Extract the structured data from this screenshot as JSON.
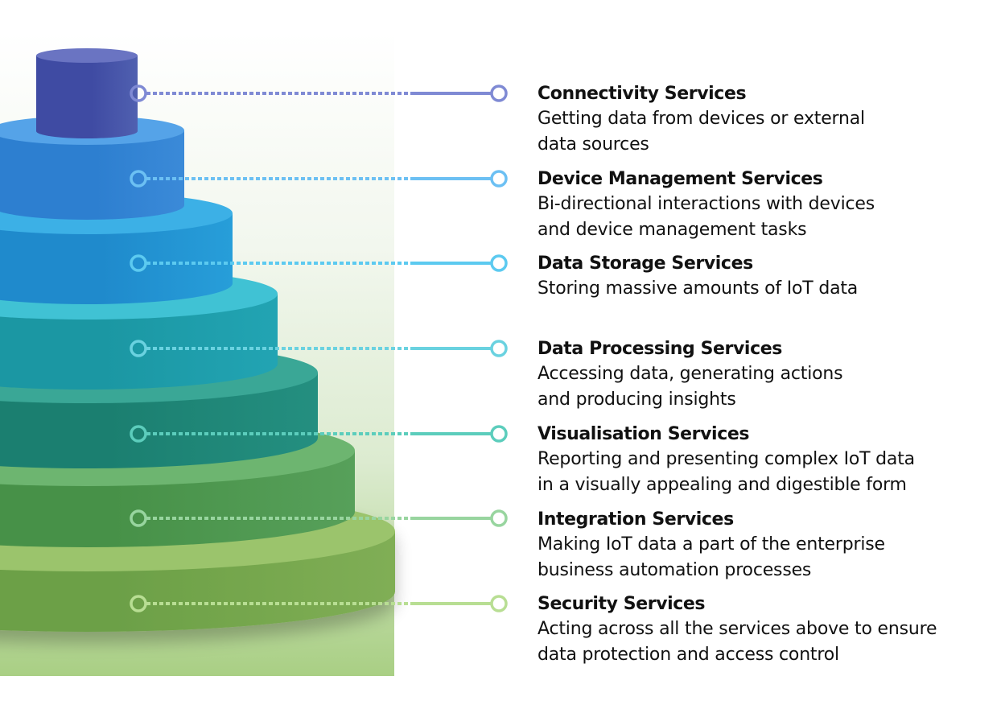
{
  "diagram": {
    "title": "IoT Platform Services Layers",
    "background_gradient": [
      "#ffffff",
      "#f2f7ee",
      "#dcebd0",
      "#a9cf84"
    ],
    "layers": [
      {
        "title": "Connectivity Services",
        "description": "Getting data from devices or external\ndata sources",
        "side_color_dark": "#3f4ba3",
        "side_color_light": "#5060b0",
        "top_color": "#6a74c2",
        "connector_color": "#7f8ad4"
      },
      {
        "title": "Device Management Services",
        "description": "Bi-directional interactions with devices\nand device management tasks",
        "side_color_dark": "#2d7fd0",
        "side_color_light": "#3b8ad8",
        "top_color": "#55a3e8",
        "connector_color": "#6cc0f3"
      },
      {
        "title": "Data Storage Services",
        "description": "Storing massive amounts of IoT data",
        "side_color_dark": "#1f8acc",
        "side_color_light": "#279ed9",
        "top_color": "#3cb0e6",
        "connector_color": "#5ccaf0"
      },
      {
        "title": "Data Processing Services",
        "description": "Accessing data, generating actions\nand producing insights",
        "side_color_dark": "#1b97a3",
        "side_color_light": "#22a4b3",
        "top_color": "#40c2d4",
        "connector_color": "#6ad2e0"
      },
      {
        "title": "Visualisation Services",
        "description": "Reporting and presenting complex IoT data\nin a visually appealing and digestible form",
        "side_color_dark": "#1b7f70",
        "side_color_light": "#248f80",
        "top_color": "#3aa796",
        "connector_color": "#5ccdbc"
      },
      {
        "title": "Integration Services",
        "description": "Making IoT data a part of the enterprise\nbusiness automation processes",
        "side_color_dark": "#479148",
        "side_color_light": "#57a05a",
        "top_color": "#6db570",
        "connector_color": "#98d59f"
      },
      {
        "title": "Security Services",
        "description": "Acting across all the services above to ensure\ndata protection and access control",
        "side_color_dark": "#6ca047",
        "side_color_light": "#80ae55",
        "top_color": "#9bc46c",
        "connector_color": "#b8de93"
      }
    ]
  }
}
